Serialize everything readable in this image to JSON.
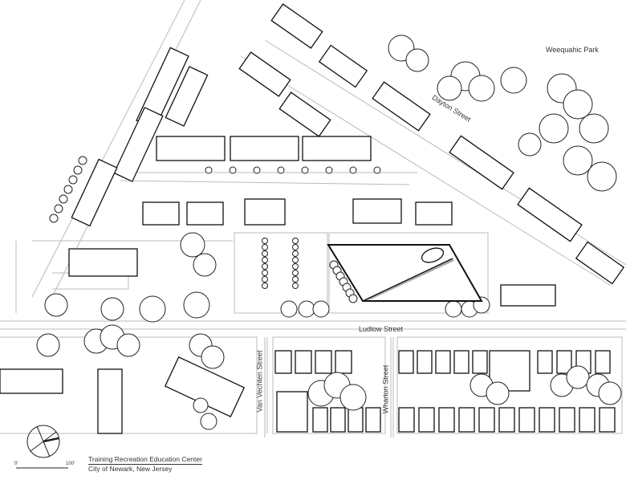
{
  "labels": {
    "park": "Weequahic Park",
    "dayton": "Dayton Street",
    "ludlow": "Ludlow Street",
    "van_vechten": "Van Vechten Street",
    "wharton": "Wharton Street"
  },
  "title_block": {
    "title": "Training Recreation Education Center",
    "subtitle": "City of Newark, New Jersey"
  },
  "scale_bar": {
    "start": "0'",
    "end": "100'"
  }
}
